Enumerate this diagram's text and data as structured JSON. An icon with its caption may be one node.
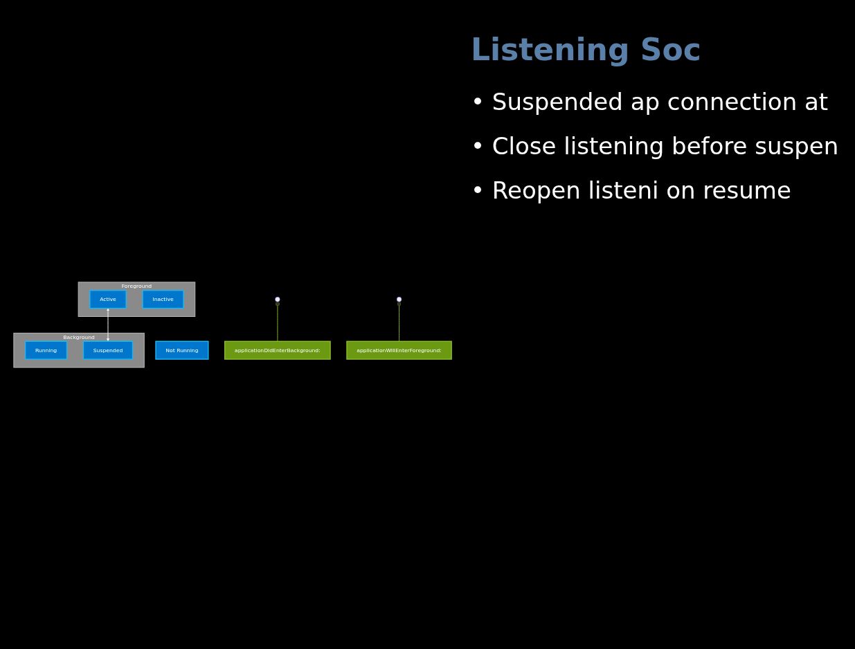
{
  "diagram": {
    "title": "Listening Soc",
    "nodes": [
      {
        "text": [
          "Foreground"
        ]
      },
      {
        "text": [
          "Active"
        ],
        "in": 0
      },
      {
        "text": [
          "Inactive"
        ],
        "in": 0
      },
      {
        "text": [
          "Not Running"
        ]
      },
      {
        "text": [
          "Background"
        ]
      },
      {
        "text": [
          "Running"
        ],
        "in": 4
      },
      {
        "text": [
          "Suspended"
        ],
        "in": 4
      },
      {
        "text": [
          "applicationDidEnterBackground:"
        ]
      },
      {
        "text": [
          "applicationWillEnterForeground:"
        ]
      }
    ],
    "edges": [
      {
        "from": 6,
        "to": 1,
        "arrow": "both",
        "color": "#ffffff"
      },
      {
        "from": 7,
        "to": null,
        "arrow": "other",
        "color": "#8ab829"
      },
      {
        "from": 8,
        "to": null,
        "arrow": "other",
        "color": "#8ab829"
      }
    ],
    "labels": [
      "• Suspended ap connection at",
      "• Close listening before suspen",
      "• Reopen listeni on resume"
    ]
  }
}
